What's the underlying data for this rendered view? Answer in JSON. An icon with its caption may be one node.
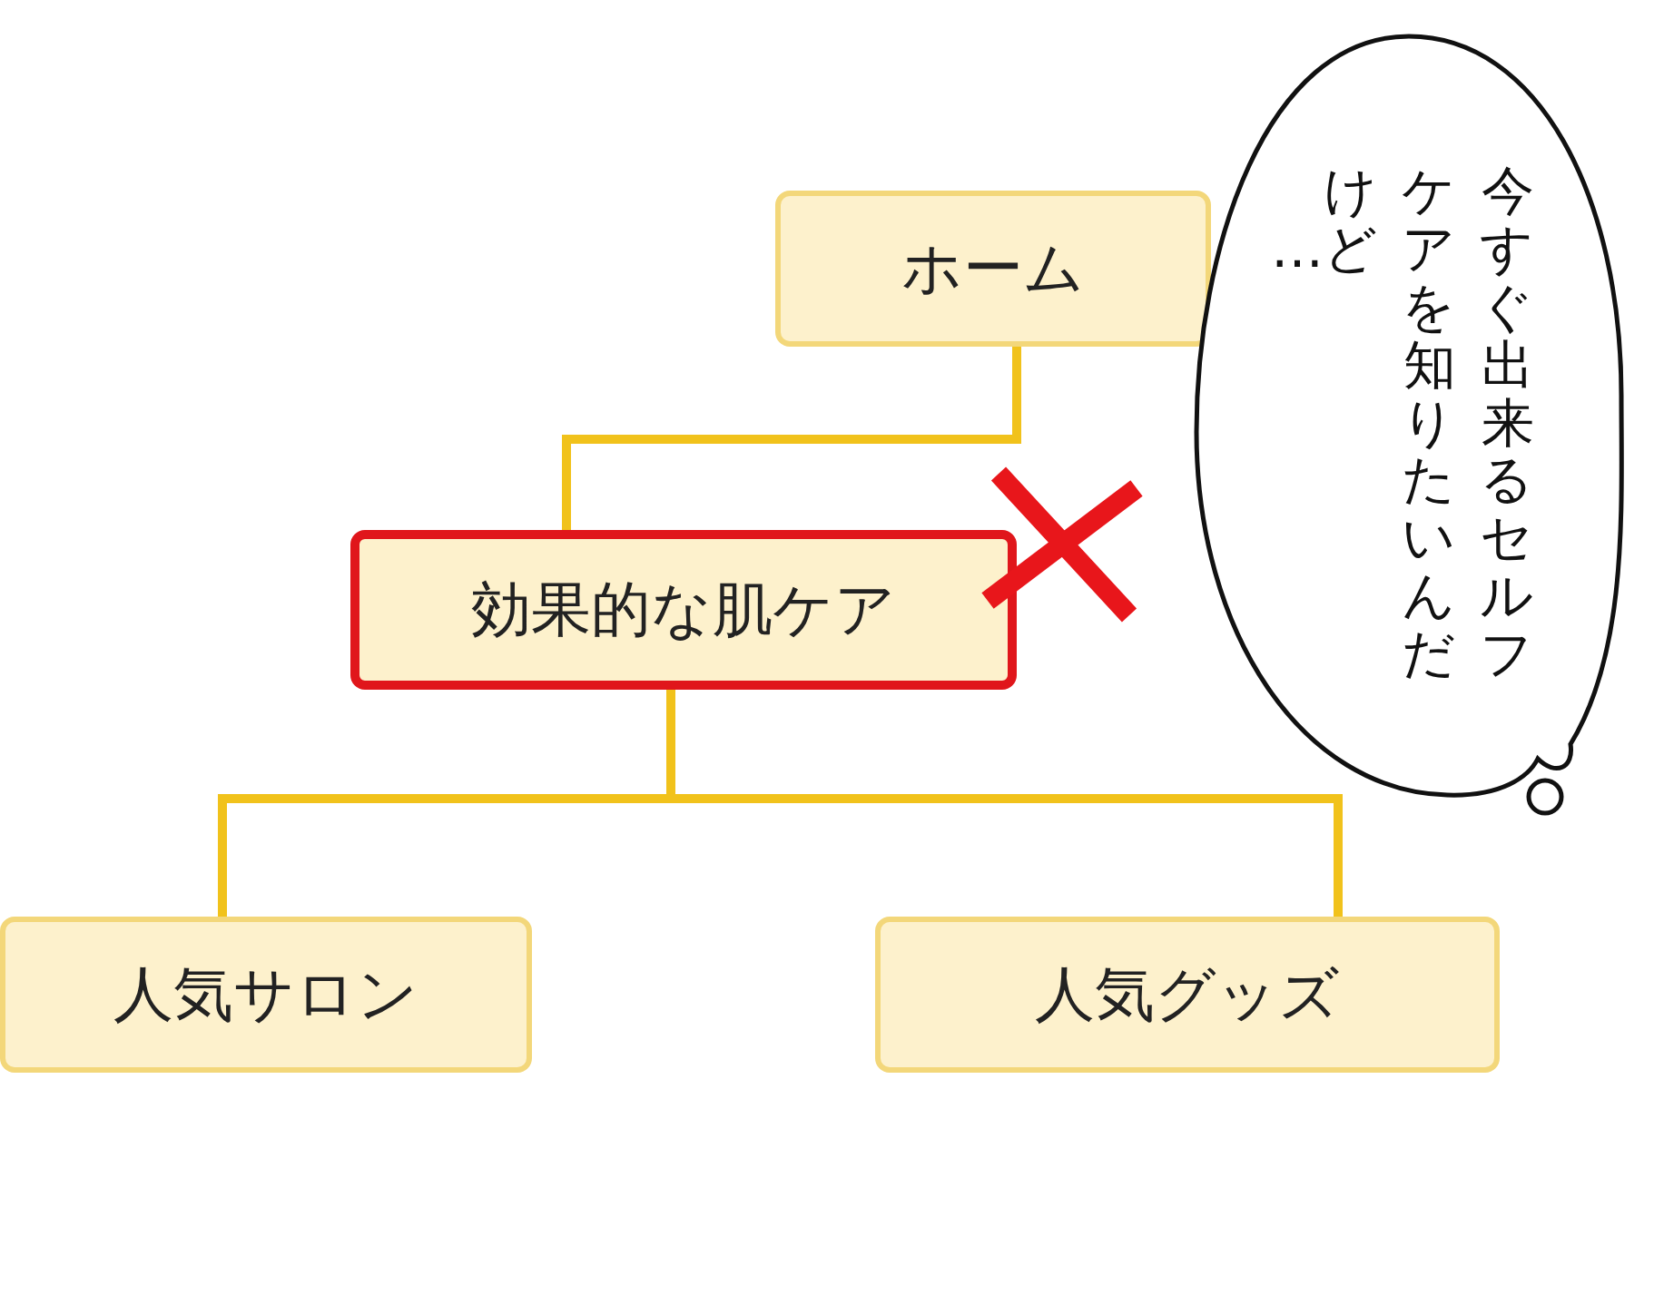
{
  "diagram": {
    "nodes": [
      {
        "text": [
          "ホーム"
        ]
      },
      {
        "text": [
          "効果的な肌ケア"
        ]
      },
      {
        "text": [
          "人気サロン"
        ]
      },
      {
        "text": [
          "人気グッズ"
        ]
      },
      {
        "text": [
          "今すぐ出来るセルフケアを知りたいんだけど…"
        ]
      }
    ],
    "edges": [
      {
        "from": 0,
        "to": 1,
        "arrow": "none"
      },
      {
        "from": 1,
        "to": 2,
        "arrow": "none"
      },
      {
        "from": 1,
        "to": 3,
        "arrow": "none"
      }
    ]
  }
}
